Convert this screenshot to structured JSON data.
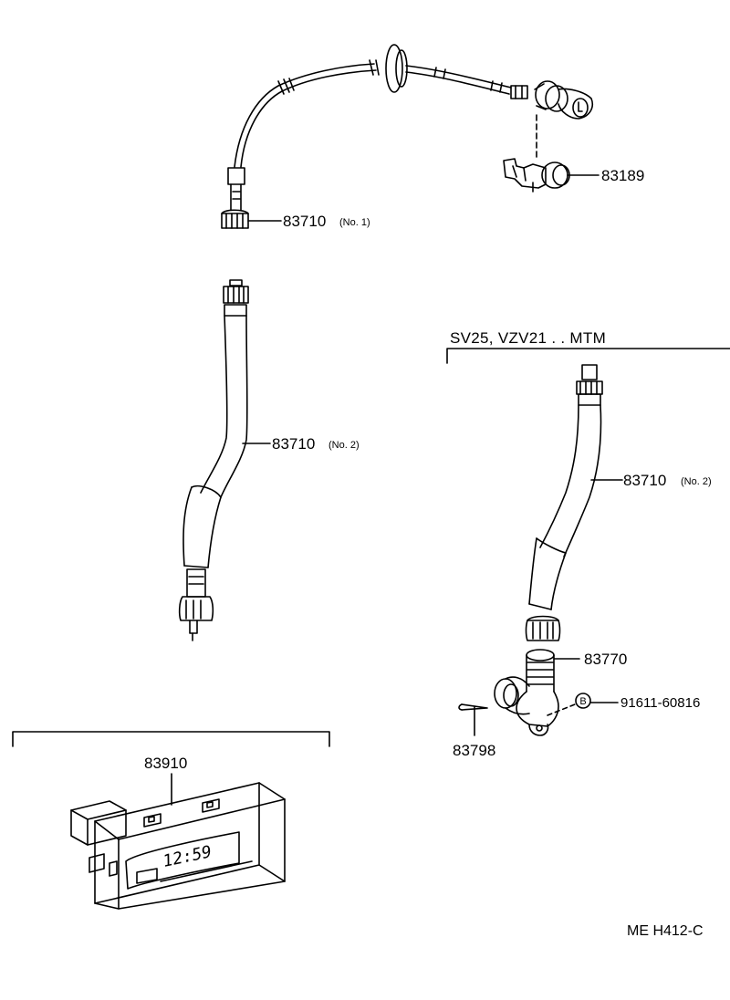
{
  "labels": {
    "cable_no1_part": "83710",
    "cable_no1_suffix": "(No. 1)",
    "clamp_part": "83189",
    "cable_no2_left_part": "83710",
    "cable_no2_left_suffix": "(No. 2)",
    "variant_header": "SV25, VZV21 . . MTM",
    "cable_no2_right_part": "83710",
    "cable_no2_right_suffix": "(No. 2)",
    "adapter_part": "83770",
    "bolt_callout": "B",
    "bolt_part": "91611-60816",
    "pin_part": "83798",
    "clock_part": "83910",
    "clock_display": "12:59",
    "figure_code": "ME  H412-C"
  },
  "colors": {
    "line": "#000000",
    "background": "#ffffff"
  }
}
